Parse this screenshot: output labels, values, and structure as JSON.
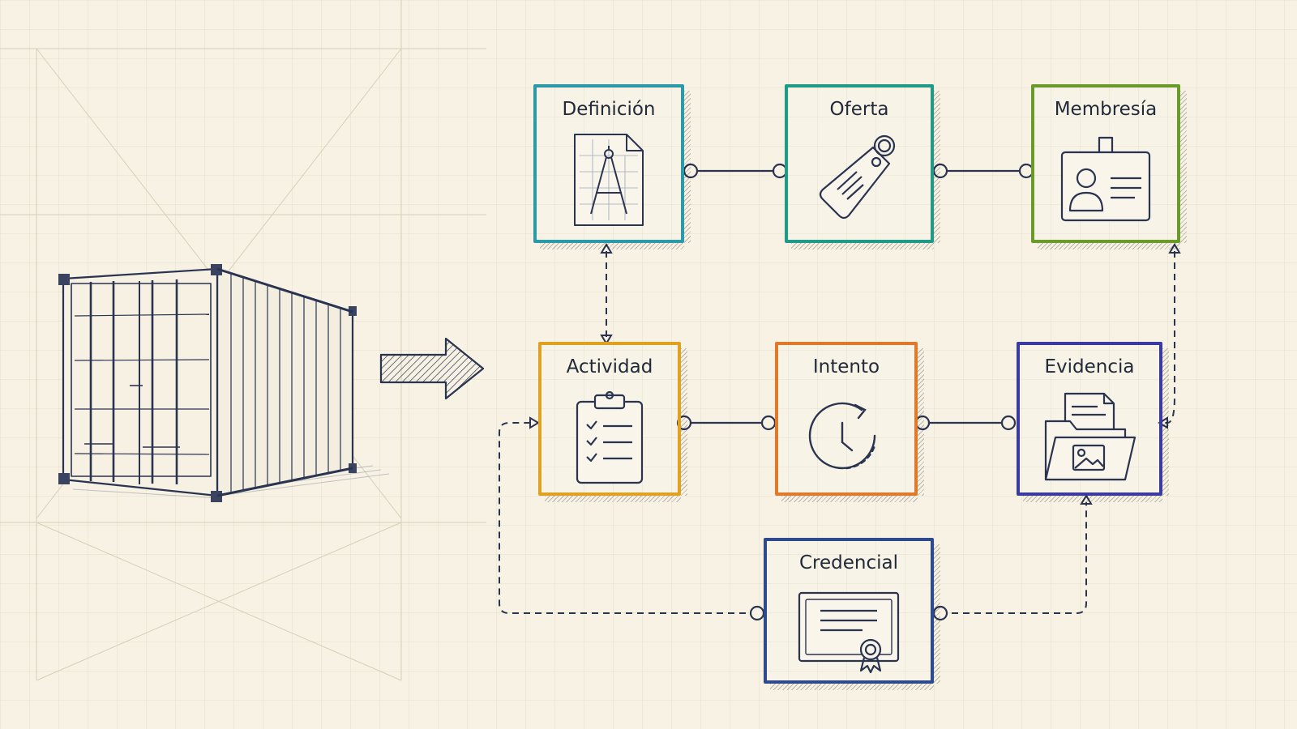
{
  "nodes": {
    "definicion": {
      "label": "Definición",
      "color": "#2a9aa8",
      "icon": "compass-document-icon"
    },
    "oferta": {
      "label": "Oferta",
      "color": "#1f9a86",
      "icon": "price-tag-icon"
    },
    "membresia": {
      "label": "Membresía",
      "color": "#6a9a2a",
      "icon": "id-badge-icon"
    },
    "actividad": {
      "label": "Actividad",
      "color": "#e0a020",
      "icon": "clipboard-checklist-icon"
    },
    "intento": {
      "label": "Intento",
      "color": "#e07a2a",
      "icon": "clock-refresh-icon"
    },
    "evidencia": {
      "label": "Evidencia",
      "color": "#3a3aa0",
      "icon": "folder-image-icon"
    },
    "credencial": {
      "label": "Credencial",
      "color": "#2e4a8e",
      "icon": "certificate-icon"
    }
  },
  "left_illustration": {
    "icon": "shipping-container-icon"
  },
  "arrow": {
    "icon": "right-arrow-icon"
  },
  "ink_color": "#222a3a"
}
